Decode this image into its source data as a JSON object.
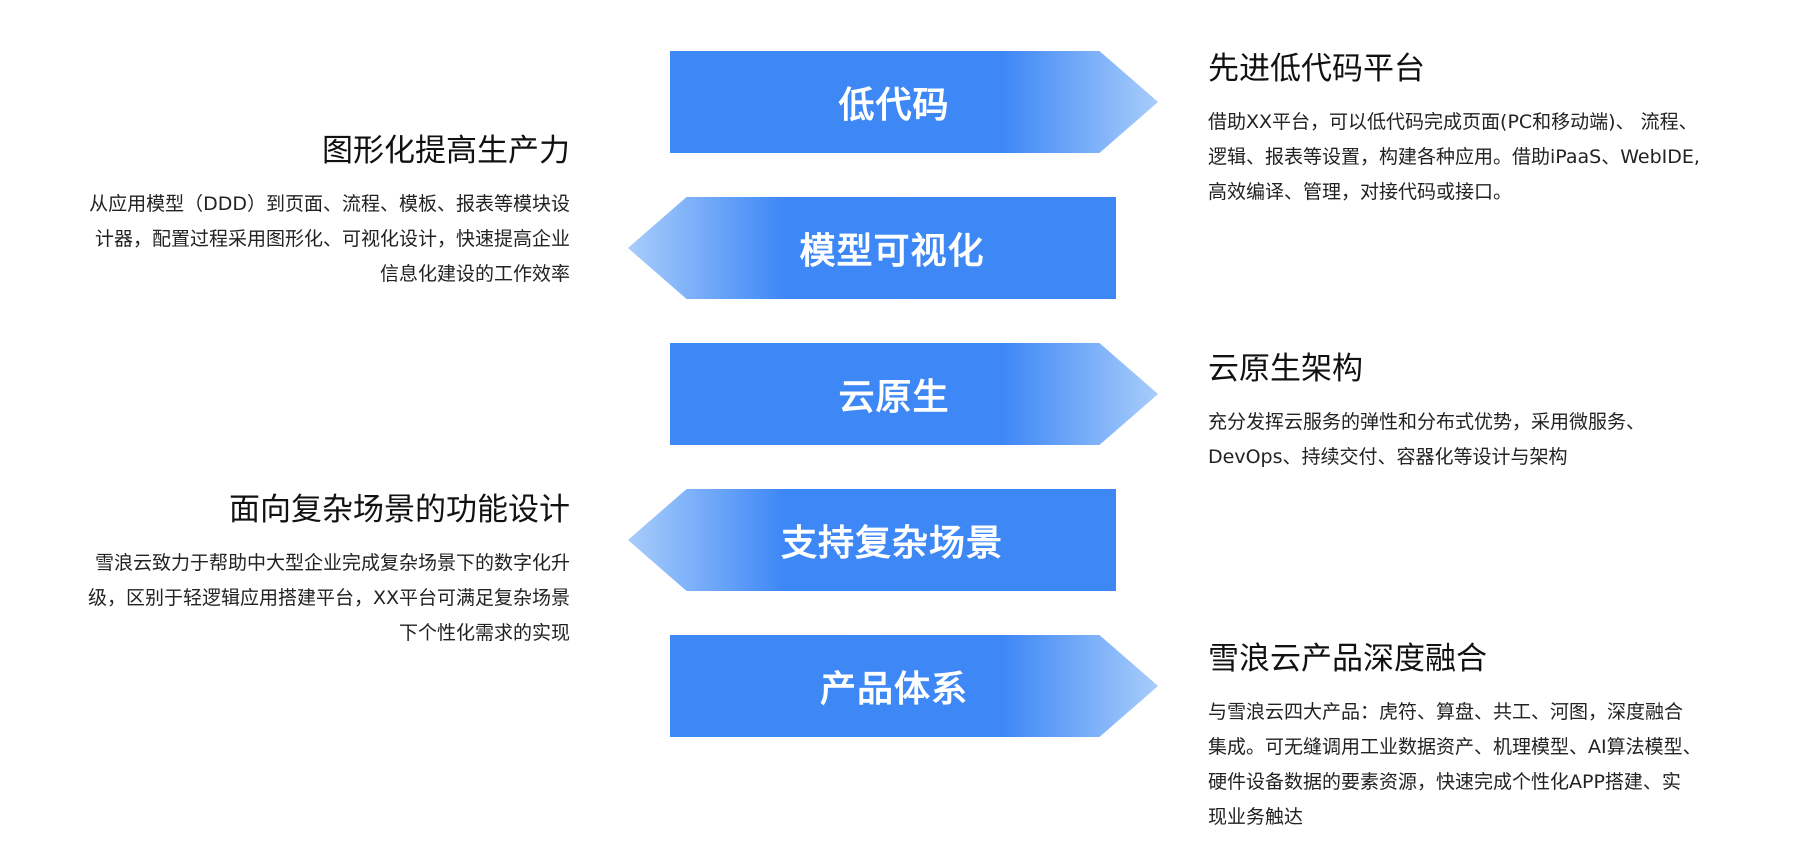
{
  "arrows": [
    {
      "label": "低代码"
    },
    {
      "label": "模型可视化"
    },
    {
      "label": "云原生"
    },
    {
      "label": "支持复杂场景"
    },
    {
      "label": "产品体系"
    }
  ],
  "features": {
    "low_code": {
      "title": "先进低代码平台",
      "desc": "借助XX平台，可以低代码完成页面(PC和移动端)、 流程、\n逻辑、报表等设置，构建各种应用。借助iPaaS、WebIDE,\n高效编译、管理，对接代码或接口。"
    },
    "visual": {
      "title": "图形化提高生产力",
      "desc": "从应用模型（DDD）到页面、流程、模板、报表等模块设\n计器，配置过程采用图形化、可视化设计，快速提高企业\n信息化建设的工作效率"
    },
    "cloud_native": {
      "title": "云原生架构",
      "desc": "充分发挥云服务的弹性和分布式优势，采用微服务、\nDevOps、持续交付、容器化等设计与架构"
    },
    "complex": {
      "title": "面向复杂场景的功能设计",
      "desc": "雪浪云致力于帮助中大型企业完成复杂场景下的数字化升\n级，区别于轻逻辑应用搭建平台，XX平台可满足复杂场景\n下个性化需求的实现"
    },
    "product": {
      "title": "雪浪云产品深度融合",
      "desc": "与雪浪云四大产品：虎符、算盘、共工、河图，深度融合\n集成。可无缝调用工业数据资产、机理模型、AI算法模型、\n硬件设备数据的要素资源，快速完成个性化APP搭建、实\n现业务触达"
    }
  },
  "colors": {
    "arrow_blue": "#3e88f6",
    "arrow_light": "#a9cdfb"
  }
}
